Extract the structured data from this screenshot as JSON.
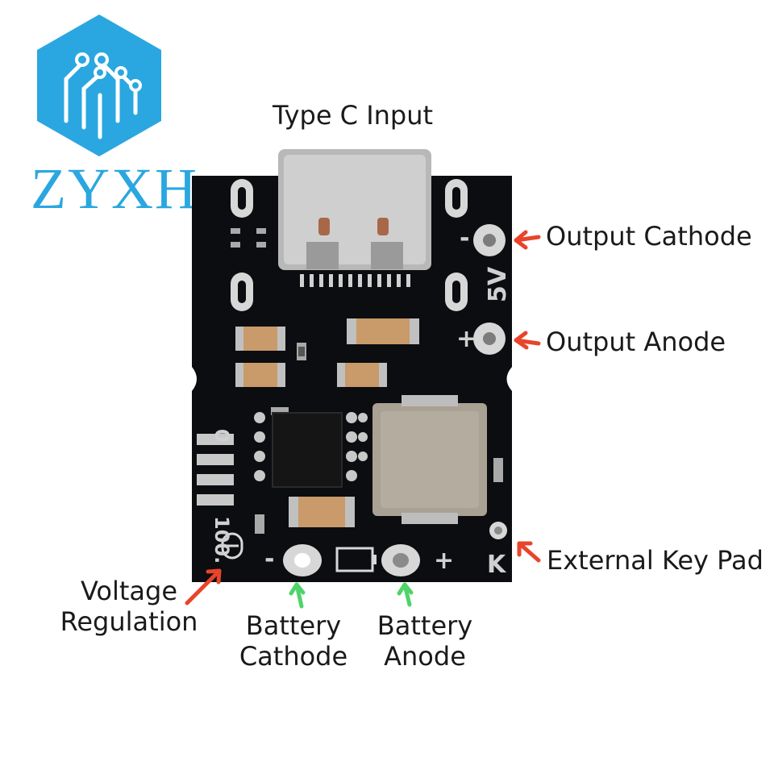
{
  "brand": {
    "name": "ZYXH",
    "color": "#2aa7e0"
  },
  "labels": {
    "type_c_input": "Type C Input",
    "output_cathode": "Output Cathode",
    "output_anode": "Output Anode",
    "external_key_pad": "External Key Pad",
    "voltage_regulation_line1": "Voltage",
    "voltage_regulation_line2": "Regulation",
    "battery_cathode_line1": "Battery",
    "battery_cathode_line2": "Cathode",
    "battery_anode_line1": "Battery",
    "battery_anode_line2": "Anode"
  },
  "board_markings": {
    "minus_top": "-",
    "voltage": "5V",
    "plus_right": "+",
    "minus_bottom": "-",
    "plus_bottom": "+",
    "key": "K",
    "level_low": "0",
    "level_high": "100."
  },
  "colors": {
    "board": "#0b0d10",
    "arrow_red": "#e8442a",
    "arrow_green": "#4fd36a",
    "pad": "#d7d7d7",
    "capacitor": "#c99a6a"
  }
}
